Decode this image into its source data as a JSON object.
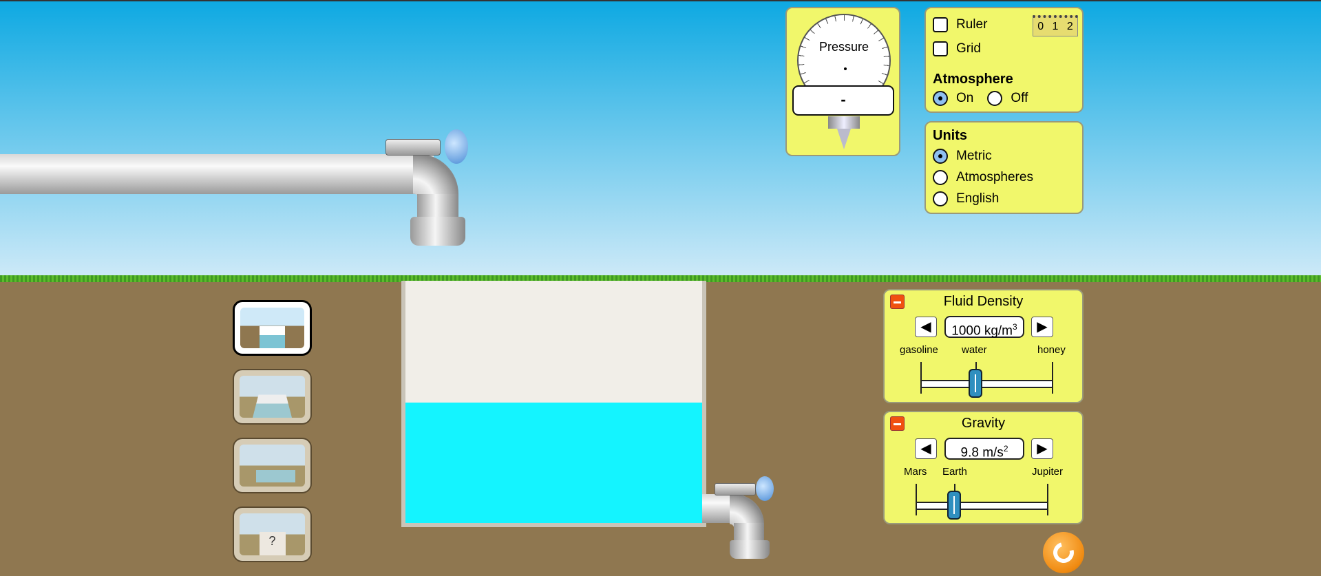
{
  "gauge": {
    "label": "Pressure",
    "readout": "-"
  },
  "options": {
    "ruler_label": "Ruler",
    "ruler_icon_ticks": [
      "0",
      "1",
      "2"
    ],
    "grid_label": "Grid",
    "atmosphere_title": "Atmosphere",
    "atmosphere_on": "On",
    "atmosphere_off": "Off",
    "atmosphere_selected": "On"
  },
  "units": {
    "title": "Units",
    "options": [
      "Metric",
      "Atmospheres",
      "English"
    ],
    "selected": "Metric"
  },
  "fluid_density": {
    "title": "Fluid Density",
    "value": "1000 kg/m",
    "value_sup": "3",
    "labels": [
      "gasoline",
      "water",
      "honey"
    ],
    "slider_fraction": 0.42
  },
  "gravity": {
    "title": "Gravity",
    "value": "9.8 m/s",
    "value_sup": "2",
    "labels": [
      "Mars",
      "Earth",
      "Jupiter"
    ],
    "slider_fraction": 0.27
  },
  "scenes": {
    "mystery_label": "?",
    "selected_index": 0
  },
  "colors": {
    "water": "#14f4ff",
    "panel": "#f1f76b",
    "ground": "#8f7750"
  }
}
